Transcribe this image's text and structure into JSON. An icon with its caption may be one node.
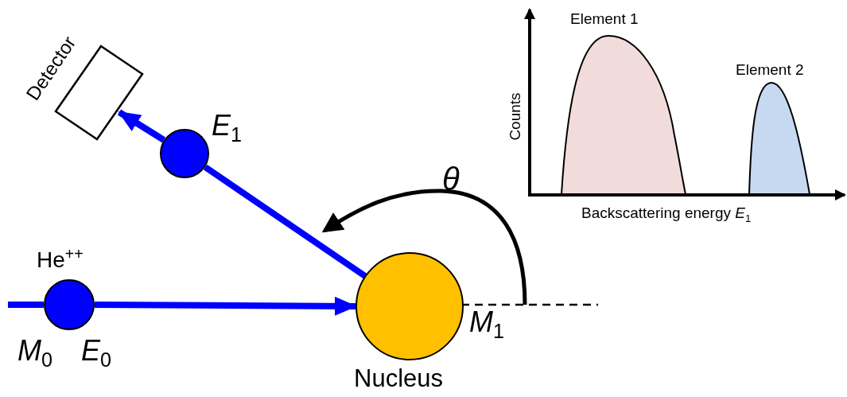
{
  "diagram": {
    "nodes": [
      {
        "text": [
          "Detector"
        ]
      },
      {
        "text": [],
        "shape": "circle",
        "beside": [
          "*E*$_{1}$"
        ]
      },
      {
        "text": [],
        "shape": "circle",
        "beside": [
          "He$^{++}$",
          "*M*$_{0}$",
          "*E*$_{0}$"
        ]
      },
      {
        "text": [],
        "shape": "circle",
        "beside": [
          "*M*$_{1}$",
          "Nucleus"
        ]
      }
    ],
    "edges": [
      {
        "from": null,
        "to": 2,
        "arrow": "none"
      },
      {
        "from": 2,
        "to": 3,
        "arrow": "to"
      },
      {
        "from": 3,
        "to": 1,
        "arrow": "none"
      },
      {
        "from": 1,
        "to": 0,
        "arrow": "to"
      }
    ],
    "labels": [
      "θ",
      "Element 1",
      "Element 2",
      "Counts",
      "Backscattering energy *E*$_{1}$"
    ]
  }
}
